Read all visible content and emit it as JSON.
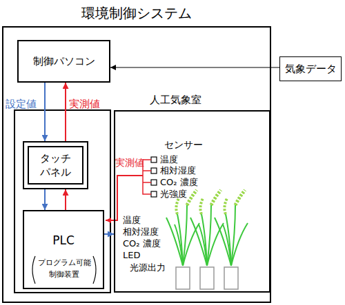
{
  "diagram": {
    "nodes": [
      {
        "text": [
          "環境制御システム"
        ]
      },
      {
        "text": [
          "制御パソコン"
        ],
        "in": 0
      },
      {
        "text": [
          "気象データ"
        ]
      },
      {
        "text": [
          "タッチ パネル"
        ],
        "in": 0
      },
      {
        "text": [
          "PLC",
          "プログラム可能 制御装置"
        ],
        "in": 0
      },
      {
        "text": [
          "人工気象室"
        ],
        "in": 0
      }
    ],
    "edges": [
      {
        "from": 2,
        "to": 1,
        "arrow": "to"
      },
      {
        "from": 1,
        "to": 3,
        "label": "設定値",
        "arrow": "to"
      },
      {
        "from": 3,
        "to": 1,
        "label": "実測値",
        "arrow": "to"
      },
      {
        "from": 3,
        "to": 4,
        "arrow": "to"
      },
      {
        "from": 4,
        "to": 3,
        "arrow": "to"
      },
      {
        "from": 4,
        "to": 5,
        "arrow": "to"
      }
    ],
    "labels": [
      "センサー",
      "温度",
      "相対湿度",
      "CO₂ 濃度",
      "光強度",
      "実測値",
      "温度",
      "相対湿度",
      "CO₂ 濃度",
      "LED",
      "光源出力"
    ]
  }
}
